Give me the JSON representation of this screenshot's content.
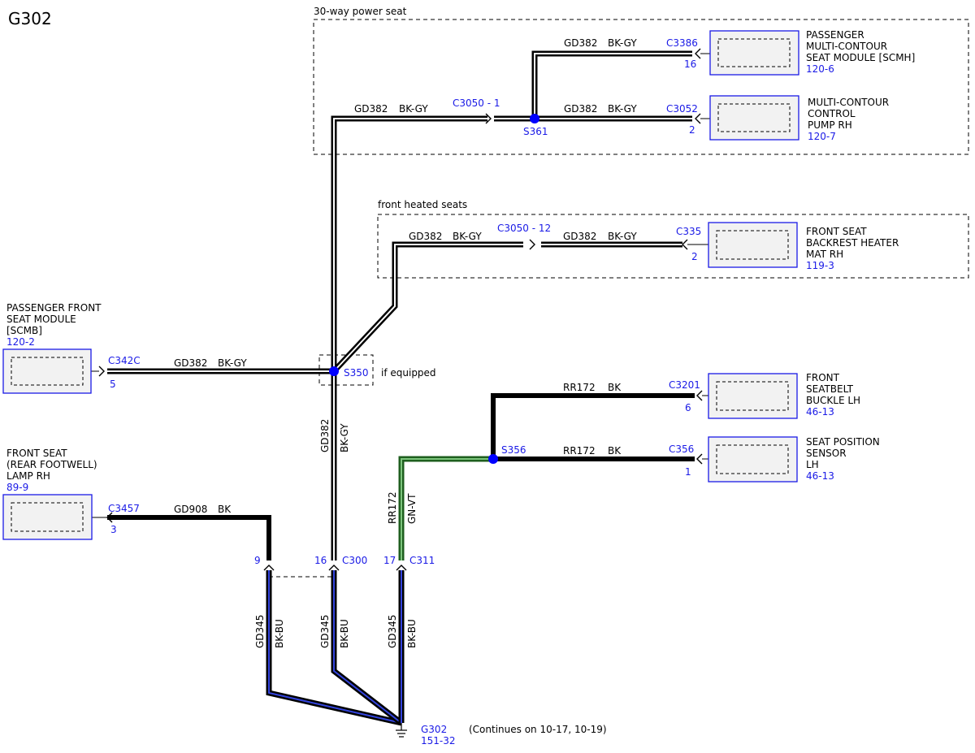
{
  "title": "G302",
  "groups": {
    "power_seat": "30-way power seat",
    "heated_seats": "front heated seats"
  },
  "components": {
    "scmh": {
      "lines": [
        "PASSENGER",
        "MULTI-CONTOUR",
        "SEAT MODULE [SCMH]"
      ],
      "ref": "120-6"
    },
    "pump": {
      "lines": [
        "MULTI-CONTOUR",
        "CONTROL",
        "PUMP RH"
      ],
      "ref": "120-7"
    },
    "heater": {
      "lines": [
        "FRONT SEAT",
        "BACKREST HEATER",
        "MAT RH"
      ],
      "ref": "119-3"
    },
    "scmb": {
      "lines": [
        "PASSENGER FRONT",
        "SEAT MODULE",
        "[SCMB]"
      ],
      "ref": "120-2"
    },
    "buckle": {
      "lines": [
        "FRONT",
        "SEATBELT",
        "BUCKLE LH"
      ],
      "ref": "46-13"
    },
    "position": {
      "lines": [
        "SEAT POSITION",
        "SENSOR",
        "LH"
      ],
      "ref": "46-13"
    },
    "lamp": {
      "lines": [
        "FRONT SEAT",
        "(REAR FOOTWELL)",
        "LAMP RH"
      ],
      "ref": "89-9"
    }
  },
  "connectors": {
    "c3386": {
      "name": "C3386",
      "pin": "16"
    },
    "c3052": {
      "name": "C3052",
      "pin": "2"
    },
    "c335": {
      "name": "C335",
      "pin": "2"
    },
    "c342c": {
      "name": "C342C",
      "pin": "5"
    },
    "c3201": {
      "name": "C3201",
      "pin": "6"
    },
    "c356": {
      "name": "C356",
      "pin": "1"
    },
    "c3457": {
      "name": "C3457",
      "pin": "3"
    },
    "c3050_1": "C3050 - 1",
    "c3050_12": "C3050 - 12",
    "c300": {
      "name": "C300",
      "pin": "16"
    },
    "c311": {
      "name": "C311",
      "pin": "17"
    },
    "c_lamp_pin": "9"
  },
  "splices": {
    "s361": "S361",
    "s350": "S350",
    "s356": "S356"
  },
  "notes": {
    "if_equipped": "if equipped",
    "continues": "(Continues on 10-17, 10-19)"
  },
  "ground": {
    "name": "G302",
    "ref": "151-32"
  },
  "wires": {
    "gd382": "GD382",
    "bk_gy": "BK-GY",
    "rr172": "RR172",
    "bk": "BK",
    "gn_vt": "GN-VT",
    "gd908": "GD908",
    "gd345": "GD345",
    "bk_bu": "BK-BU"
  },
  "colors": {
    "label_blue": "#1a1ae6",
    "wire_black": "#000000",
    "wire_blue": "#1a1a80",
    "wire_green": "#2e7d2e",
    "splice_dot": "#0000ff"
  }
}
